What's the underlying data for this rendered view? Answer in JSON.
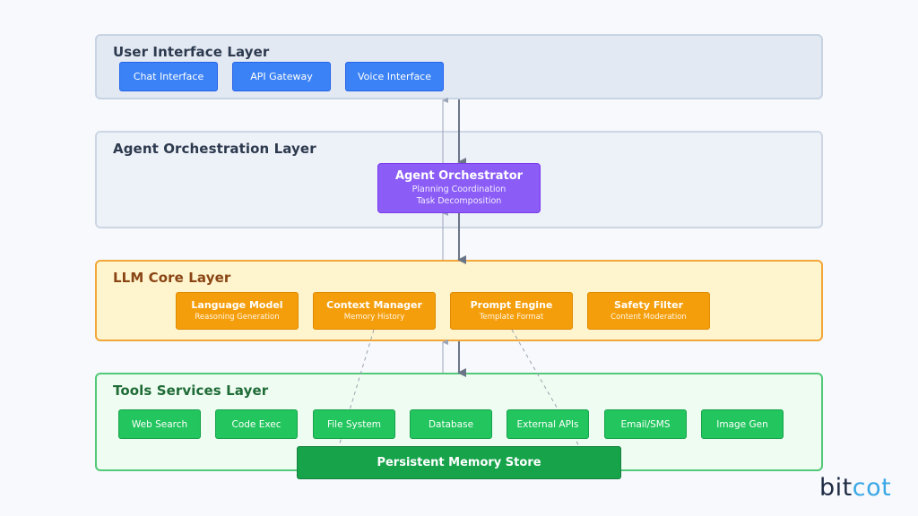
{
  "layers": {
    "ui": {
      "title": "User Interface Layer",
      "buttons": [
        "Chat Interface",
        "API Gateway",
        "Voice Interface"
      ]
    },
    "orchestration": {
      "title": "Agent Orchestration Layer",
      "orchestrator": {
        "title": "Agent Orchestrator",
        "line1": "Planning Coordination",
        "line2": "Task Decomposition"
      }
    },
    "llm": {
      "title": "LLM Core Layer",
      "components": [
        {
          "title": "Language Model",
          "subtitle": "Reasoning Generation"
        },
        {
          "title": "Context Manager",
          "subtitle": "Memory History"
        },
        {
          "title": "Prompt Engine",
          "subtitle": "Template Format"
        },
        {
          "title": "Safety Filter",
          "subtitle": "Content Moderation"
        }
      ]
    },
    "tools": {
      "title": "Tools Services Layer",
      "buttons": [
        "Web Search",
        "Code Exec",
        "File System",
        "Database",
        "External APIs",
        "Email/SMS",
        "Image Gen"
      ]
    }
  },
  "memory_store": "Persistent Memory Store",
  "logo": {
    "part1": "bit",
    "part2": "cot"
  },
  "colors": {
    "ui_button": "#3b82f6",
    "orchestrator": "#8b5cf6",
    "llm_component": "#f59e0b",
    "tool_button": "#22c55e",
    "memory_store": "#16a34a",
    "arrow_down": "#6b7588",
    "arrow_up": "#9aa5b8",
    "logo_accent": "#3aa7e6"
  }
}
